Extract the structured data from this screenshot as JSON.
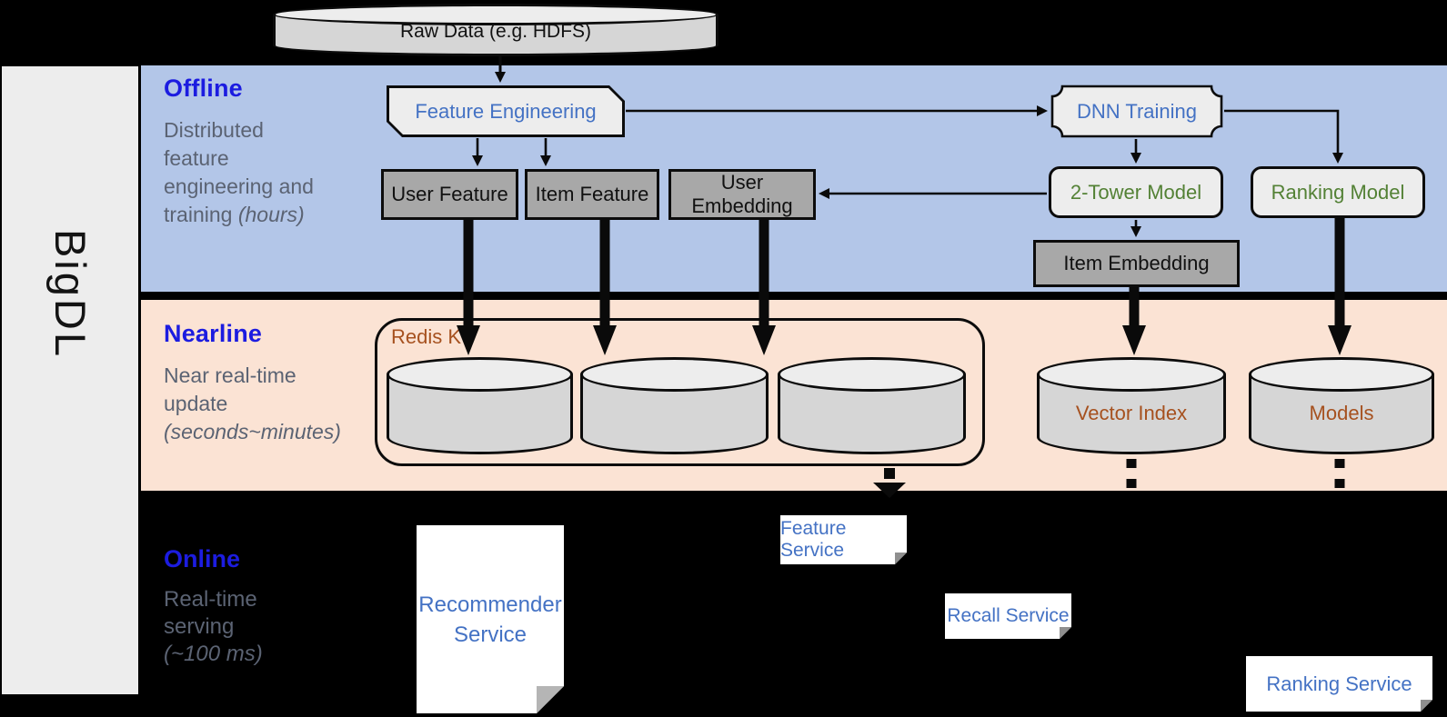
{
  "diagram": {
    "brand": "BigDL",
    "raw_data_label": "Raw Data (e.g. HDFS)",
    "sections": {
      "offline": {
        "title": "Offline",
        "desc": "Distributed\nfeature\nengineering and\ntraining ",
        "desc_italic": "(hours)"
      },
      "nearline": {
        "title": "Nearline",
        "desc": "Near real-time\nupdate\n",
        "desc_italic": "(seconds~minutes)"
      },
      "online": {
        "title": "Online",
        "desc": "Real-time\nserving\n",
        "desc_italic": "(~100 ms)"
      }
    },
    "nodes": {
      "feature_engineering": "Feature Engineering",
      "user_feature": "User Feature",
      "item_feature": "Item Feature",
      "user_embedding": "User Embedding",
      "dnn_training": "DNN Training",
      "two_tower_model": "2-Tower Model",
      "ranking_model": "Ranking Model",
      "item_embedding": "Item Embedding",
      "redis_kv": "Redis KV",
      "vector_index": "Vector Index",
      "models": "Models",
      "recommender_service": "Recommender\nService",
      "feature_service": "Feature Service",
      "recall_service": "Recall Service",
      "ranking_service": "Ranking Service"
    },
    "colors": {
      "offline_bg": "#b3c6e8",
      "nearline_bg": "#fbe3d4",
      "online_bg": "#000000",
      "section_title_blue": "#1c1ce0",
      "section_desc_gray": "#5b6373",
      "process_text_blue": "#4472c4",
      "model_text_green": "#538135",
      "storage_text_brown": "#a6511f",
      "gray_box_fill": "#a8a8a8",
      "light_box_fill": "#ededed"
    }
  }
}
